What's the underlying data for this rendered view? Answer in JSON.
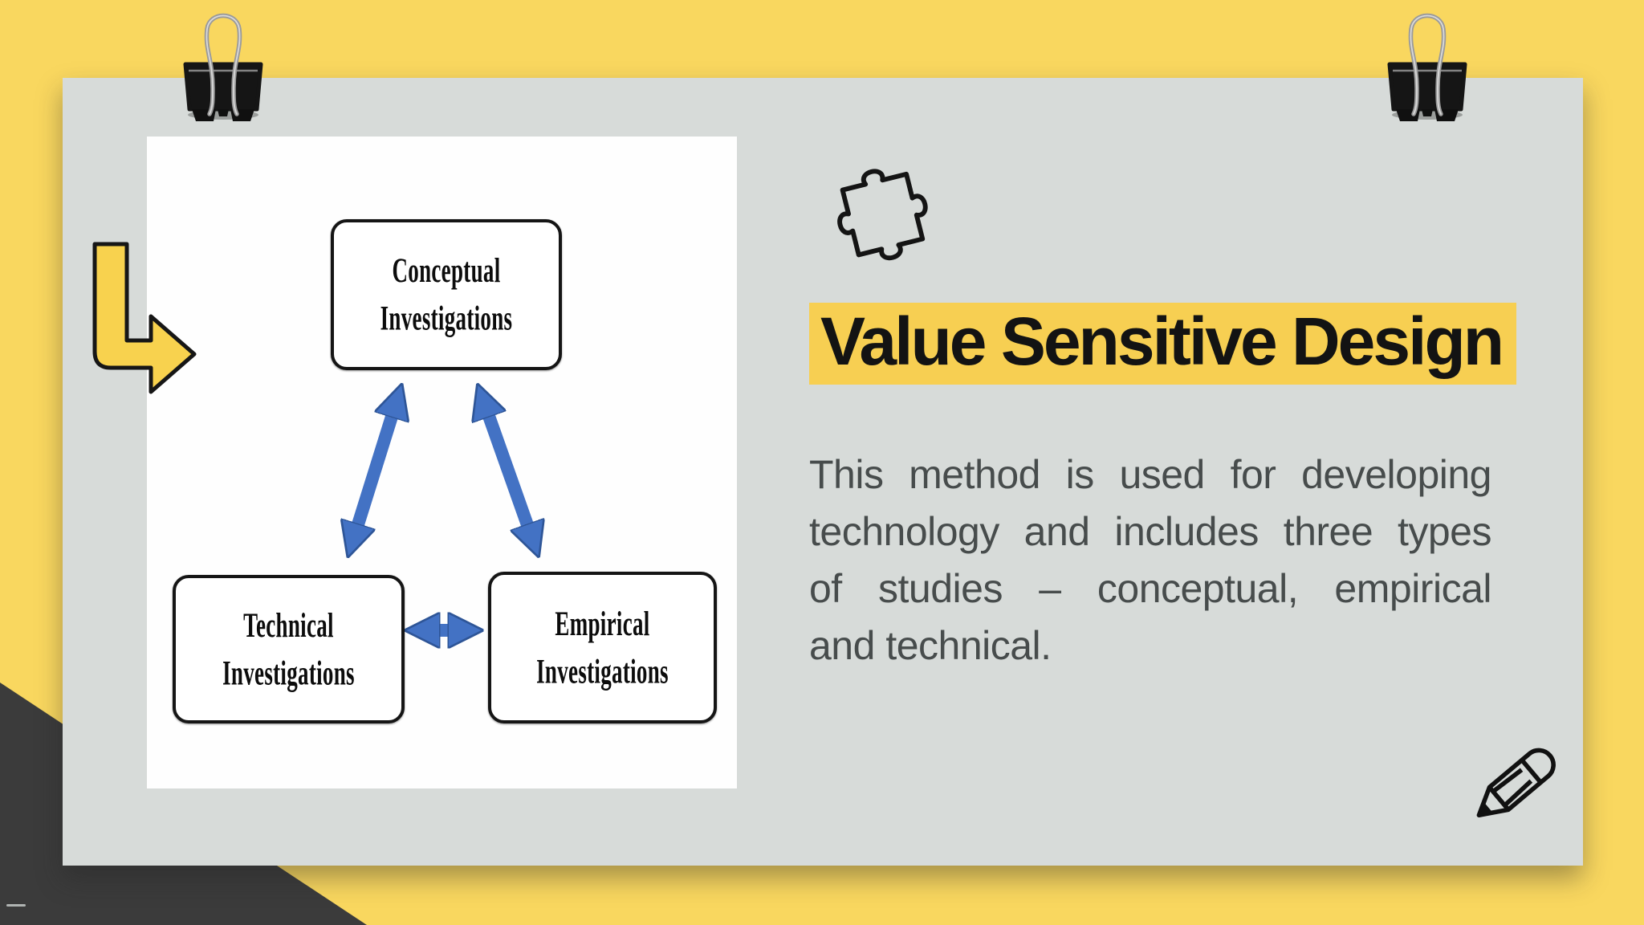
{
  "colors": {
    "bg-yellow": "#f9d75f",
    "card-gray": "#d7dbd9",
    "panel-white": "#fefefe",
    "highlight-yellow": "#f7cf52",
    "arrow-yellow": "#f8d24e",
    "blue-arrow": "#4372c4",
    "blue-arrow-dark": "#2e5597",
    "body-text": "#474c4c",
    "title-text": "#131313",
    "charcoal": "#3b3b3b",
    "ink": "#161616"
  },
  "title": {
    "text": "Value Sensitive Design"
  },
  "body": {
    "lines": [
      "This method is used for developing",
      "technology and includes three types",
      "of studies – conceptual, empirical",
      "and technical."
    ]
  },
  "diagram": {
    "boxes": [
      {
        "id": "conceptual",
        "line1": "Conceptual",
        "line2": "Investigations"
      },
      {
        "id": "technical",
        "line1": "Technical",
        "line2": "Investigations"
      },
      {
        "id": "empirical",
        "line1": "Empirical",
        "line2": "Investigations"
      }
    ],
    "connections": [
      "conceptual-technical",
      "conceptual-empirical",
      "technical-empirical"
    ]
  },
  "icons": {
    "top_left": "binder-clip-icon",
    "top_right": "binder-clip-icon",
    "left_margin": "corner-down-right-arrow-icon",
    "above_title": "puzzle-piece-icon",
    "bottom_right": "pencil-icon"
  }
}
